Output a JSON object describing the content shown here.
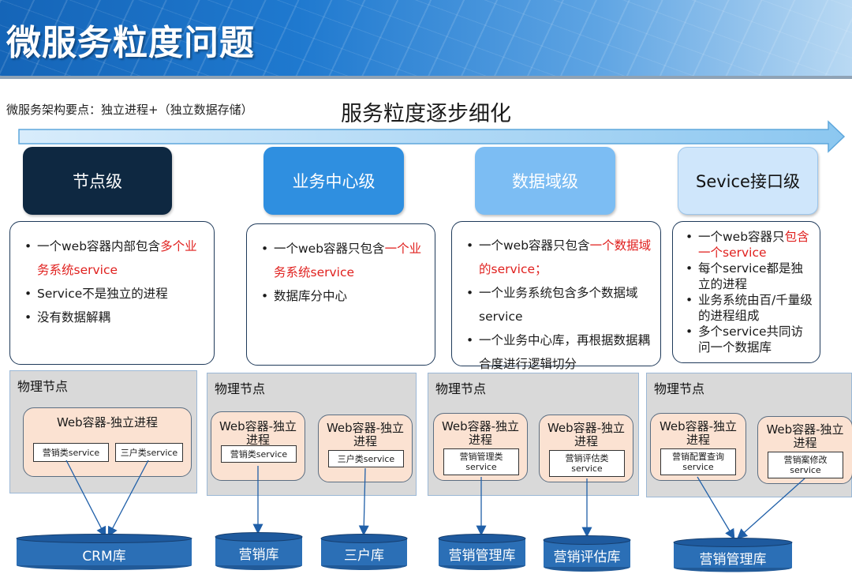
{
  "title": "微服务粒度问题",
  "subtitle": "微服务架构要点：独立进程+（独立数据存储）",
  "arrow_label": "服务粒度逐步细化",
  "levels": [
    {
      "name": "节点级",
      "bullets": [
        {
          "black": "一个web容器内部包含",
          "red": "多个业务系统service"
        },
        {
          "black": "Service不是独立的进程",
          "red": ""
        },
        {
          "black": "没有数据解耦",
          "red": ""
        }
      ],
      "physical_label": "物理节点",
      "containers": [
        {
          "title": "Web容器-独立进程",
          "services": [
            "营销类service",
            "三户类service"
          ]
        }
      ],
      "databases": [
        "CRM库"
      ]
    },
    {
      "name": "业务中心级",
      "bullets": [
        {
          "black": "一个web容器只包含",
          "red": "一个业务系统service"
        },
        {
          "black": "数据库分中心",
          "red": ""
        }
      ],
      "physical_label": "物理节点",
      "containers": [
        {
          "title": "Web容器-独立进程",
          "services": [
            "营销类service"
          ]
        },
        {
          "title": "Web容器-独立进程",
          "services": [
            "三户类service"
          ]
        }
      ],
      "databases": [
        "营销库",
        "三户库"
      ]
    },
    {
      "name": "数据域级",
      "bullets": [
        {
          "black": "一个web容器只包含",
          "red": "一个数据域的service；"
        },
        {
          "black": "一个业务系统包含多个数据域service",
          "red": ""
        },
        {
          "black": "一个业务中心库，再根据数据耦合度进行逻辑切分",
          "red": ""
        }
      ],
      "physical_label": "物理节点",
      "containers": [
        {
          "title": "Web容器-独立进程",
          "services": [
            "营销管理类service"
          ]
        },
        {
          "title": "Web容器-独立进程",
          "services": [
            "营销评估类service"
          ]
        }
      ],
      "databases": [
        "营销管理库",
        "营销评估库"
      ]
    },
    {
      "name": "Sevice接口级",
      "bullets": [
        {
          "black": "一个web容器只",
          "red": "包含一个service"
        },
        {
          "black": "每个service都是独立的进程",
          "red": ""
        },
        {
          "black": "业务系统由百/千量级的进程组成",
          "red": ""
        },
        {
          "black": "多个service共同访问一个数据库",
          "red": ""
        }
      ],
      "physical_label": "物理节点",
      "containers": [
        {
          "title": "Web容器-独立进程",
          "services": [
            "营销配置查询service"
          ]
        },
        {
          "title": "Web容器-独立进程",
          "services": [
            "营销案修改service"
          ]
        }
      ],
      "databases": [
        "营销管理库"
      ]
    }
  ],
  "colors": {
    "level1": "#0e2841",
    "level2": "#2f8fe0",
    "level3": "#7cbdf3",
    "level4": "#cfe6fb",
    "arrow": "#a8d4f3",
    "db_body": "#2b6fb6",
    "db_top": "#1e5a9e",
    "red_text": "#e0201e"
  }
}
